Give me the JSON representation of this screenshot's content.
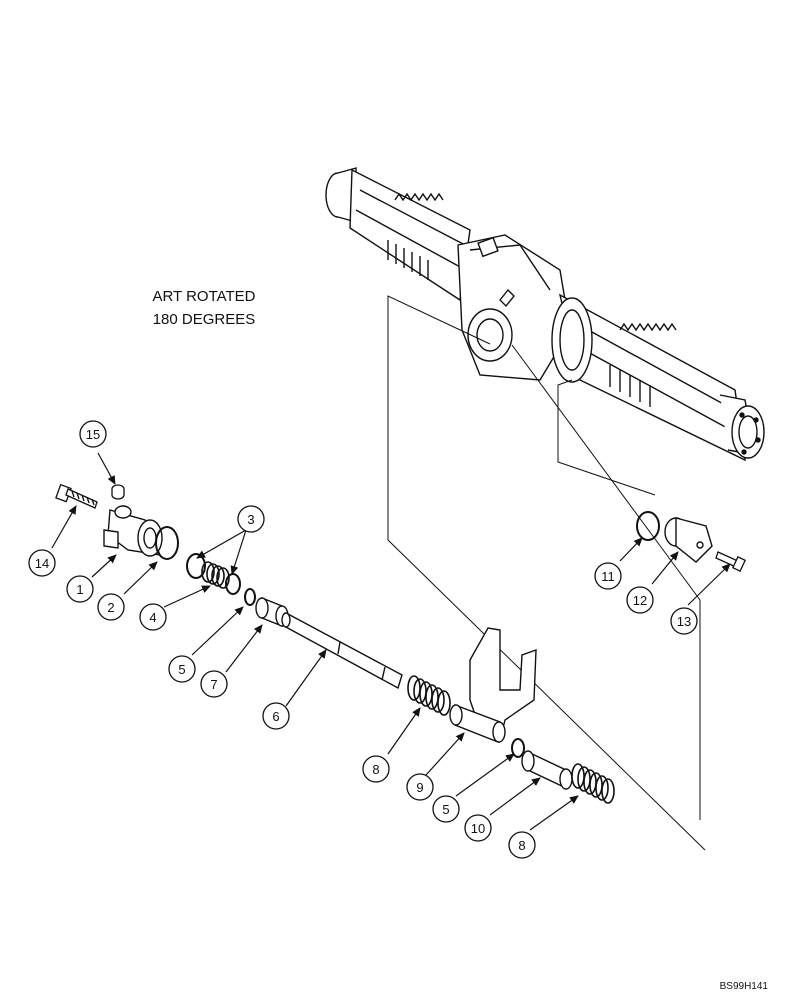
{
  "notes": {
    "line1": "ART ROTATED",
    "line2": "180 DEGREES"
  },
  "drawing_code": "BS99H141",
  "callouts": [
    "15",
    "14",
    "1",
    "2",
    "3",
    "4",
    "5",
    "7",
    "6",
    "8",
    "9",
    "5",
    "10",
    "8",
    "11",
    "12",
    "13"
  ]
}
